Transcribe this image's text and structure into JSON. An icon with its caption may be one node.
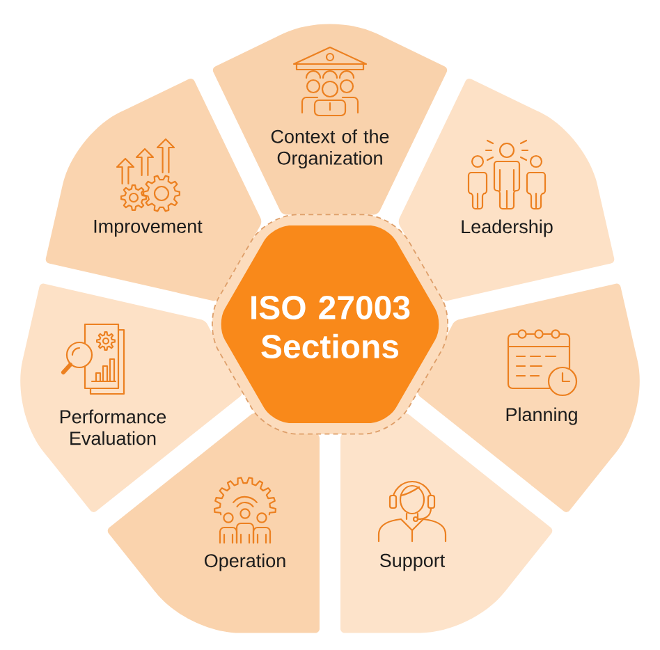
{
  "diagram": {
    "nodes": [
      {
        "text": [
          "ISO 27003 Sections"
        ]
      },
      {
        "text": [
          "Context of the Organization"
        ]
      },
      {
        "text": [
          "Leadership"
        ]
      },
      {
        "text": [
          "Planning"
        ]
      },
      {
        "text": [
          "Support"
        ]
      },
      {
        "text": [
          "Operation"
        ]
      },
      {
        "text": [
          "Performance Evaluation"
        ]
      },
      {
        "text": [
          "Improvement"
        ]
      }
    ]
  }
}
